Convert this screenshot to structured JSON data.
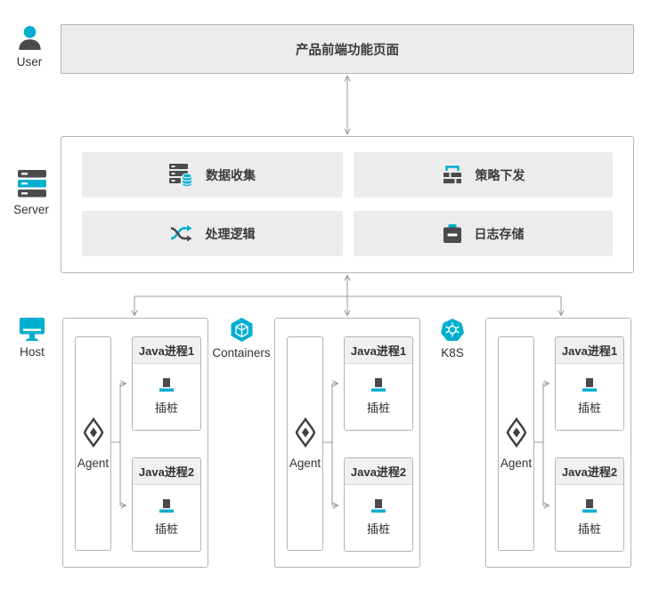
{
  "colors": {
    "accent": "#00AECF",
    "dark": "#4B4B4D",
    "line": "#999999",
    "box_fill": "#ececec",
    "border": "#b5b5b5"
  },
  "rail": {
    "user_label": "User",
    "server_label": "Server",
    "host_label": "Host",
    "containers_label": "Containers",
    "k8s_label": "K8S"
  },
  "frontend": {
    "title": "产品前端功能页面"
  },
  "server_modules": [
    {
      "label": "数据收集",
      "icon": "data-collection-icon"
    },
    {
      "label": "策略下发",
      "icon": "policy-dispatch-icon"
    },
    {
      "label": "处理逻辑",
      "icon": "process-logic-icon"
    },
    {
      "label": "日志存储",
      "icon": "log-storage-icon"
    }
  ],
  "hosts": [
    {
      "agent_label": "Agent",
      "processes": [
        {
          "title": "Java进程1",
          "label": "插桩"
        },
        {
          "title": "Java进程2",
          "label": "插桩"
        }
      ]
    },
    {
      "agent_label": "Agent",
      "processes": [
        {
          "title": "Java进程1",
          "label": "插桩"
        },
        {
          "title": "Java进程2",
          "label": "插桩"
        }
      ]
    },
    {
      "agent_label": "Agent",
      "processes": [
        {
          "title": "Java进程1",
          "label": "插桩"
        },
        {
          "title": "Java进程2",
          "label": "插桩"
        }
      ]
    }
  ]
}
